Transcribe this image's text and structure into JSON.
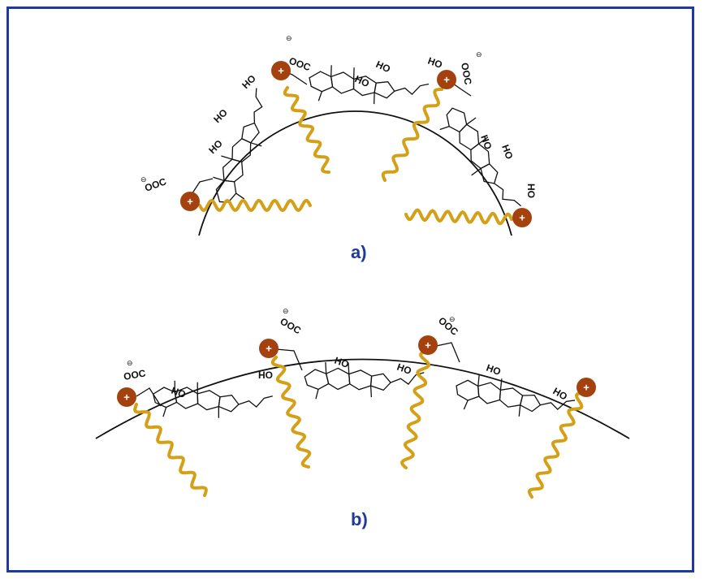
{
  "panels": [
    {
      "label": "a)"
    },
    {
      "label": "b)"
    }
  ],
  "chem_labels": {
    "hydroxyl": "HO",
    "carboxylate": "OOC",
    "minus": "⊖",
    "cation": "+"
  },
  "colors": {
    "frame_border": "#1f3a9a",
    "label_text": "#1f3a9a",
    "cation_fill": "#a3420f",
    "alkyl_chain": "#d4a017",
    "molecule_line": "#111111"
  }
}
